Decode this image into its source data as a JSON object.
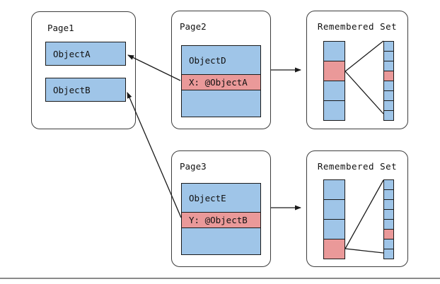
{
  "pages": [
    {
      "title": "Page1",
      "objects": [
        {
          "label": "ObjectA"
        },
        {
          "label": "ObjectB"
        }
      ]
    },
    {
      "title": "Page2",
      "sections": [
        {
          "label": "ObjectD",
          "fill": "blue"
        },
        {
          "label": "X: @ObjectA",
          "fill": "red"
        },
        {
          "label": "",
          "fill": "blue"
        }
      ]
    },
    {
      "title": "Page3",
      "sections": [
        {
          "label": "ObjectE",
          "fill": "blue"
        },
        {
          "label": "Y: @ObjectB",
          "fill": "red"
        },
        {
          "label": "",
          "fill": "blue"
        }
      ]
    }
  ],
  "remembered_sets": [
    {
      "title": "Remembered Set",
      "coarse_cells": [
        "blue",
        "red",
        "blue",
        "blue"
      ],
      "fine_cells": [
        "blue",
        "blue",
        "blue",
        "red",
        "blue",
        "blue",
        "blue",
        "blue"
      ]
    },
    {
      "title": "Remembered Set",
      "coarse_cells": [
        "blue",
        "blue",
        "blue",
        "red"
      ],
      "fine_cells": [
        "blue",
        "blue",
        "blue",
        "blue",
        "blue",
        "red",
        "blue",
        "blue"
      ]
    }
  ],
  "arrows": [
    {
      "from": "Page2 slot X: @ObjectA",
      "to": "Page1 ObjectA"
    },
    {
      "from": "Page3 slot Y: @ObjectB",
      "to": "Page1 ObjectB"
    },
    {
      "from": "Page2",
      "to": "Remembered Set (top)"
    },
    {
      "from": "Page3",
      "to": "Remembered Set (bottom)"
    }
  ],
  "colors": {
    "blue": "#9FC5E8",
    "red": "#EA9999",
    "cell_border": "#1a1a1a",
    "container_border": "#3d3d3d",
    "arrow": "#1a1a1a",
    "bottom_rule": "#8a8a8a"
  }
}
